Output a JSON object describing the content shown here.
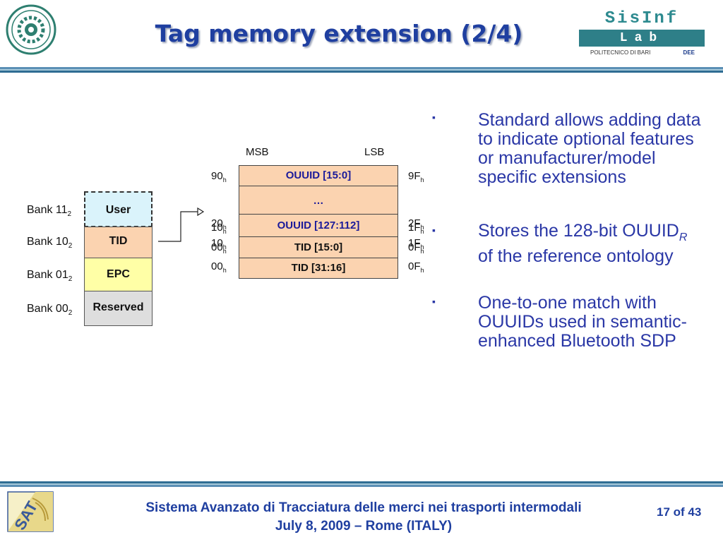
{
  "header": {
    "title": "Tag memory extension (2/4)",
    "lab_logo_top": "SisInf",
    "lab_logo_bar": "Lab",
    "lab_logo_footer_left": "POLITECNICO DI BARI",
    "lab_logo_footer_right": "DEE"
  },
  "banks": [
    {
      "label": "Bank 11",
      "sub": "2",
      "name": "User",
      "color": "#daf3fb"
    },
    {
      "label": "Bank 10",
      "sub": "2",
      "name": "TID",
      "color": "#fbd3b0"
    },
    {
      "label": "Bank 01",
      "sub": "2",
      "name": "EPC",
      "color": "#ffffa6"
    },
    {
      "label": "Bank 00",
      "sub": "2",
      "name": "Reserved",
      "color": "#dedede"
    }
  ],
  "memory_map": {
    "msb": "MSB",
    "lsb": "LSB",
    "rows": [
      {
        "text": "OUUID [15:0]",
        "text_color": "#1a1a9a"
      },
      {
        "text": "…",
        "text_color": "#1a1a9a"
      },
      {
        "text": "OUUID [127:112]",
        "text_color": "#1a1a9a"
      },
      {
        "text": "TID [15:0]",
        "text_color": "#111111"
      },
      {
        "text": "TID [31:16]",
        "text_color": "#111111"
      }
    ],
    "addresses_left": [
      {
        "value": "90",
        "sub": "h"
      },
      {
        "value": "20",
        "sub": "h"
      },
      {
        "value": "10",
        "sub": "h"
      },
      {
        "value": "00",
        "sub": "h"
      },
      {
        "value": "00",
        "sub": "h"
      }
    ],
    "addresses_right": [
      {
        "value": "9F",
        "sub": "h"
      },
      {
        "value": "2F",
        "sub": "h"
      },
      {
        "value": "1F",
        "sub": "h"
      },
      {
        "value": "0F",
        "sub": "h"
      },
      {
        "value": "0F",
        "sub": "h"
      }
    ],
    "overlap_left": [
      {
        "value": "10",
        "sub": "h"
      }
    ],
    "overlap_right": [
      {
        "value": "1F",
        "sub": "h"
      },
      {
        "value": "0F",
        "sub": "h"
      }
    ]
  },
  "bullets": {
    "marker": "▪",
    "items": [
      {
        "text": "Standard allows adding data to indicate optional features or manufacturer/model specific extensions"
      },
      {
        "text_before": "Stores the 128-bit OUUID",
        "text_sub": "R",
        "text_after": " of the reference ontology"
      },
      {
        "text": "One-to-one match with OUUIDs used in semantic-enhanced Bluetooth SDP"
      }
    ]
  },
  "footer": {
    "line1": "Sistema Avanzato di Tracciatura delle merci nei trasporti intermodali",
    "line2": "July 8, 2009 – Rome (ITALY)",
    "page": "17 of 43",
    "sat_logo_text": "SAT"
  },
  "colors": {
    "title_blue": "#1f3fa0",
    "bullet_blue": "#2a37a6",
    "teal": "#2e7f88"
  }
}
